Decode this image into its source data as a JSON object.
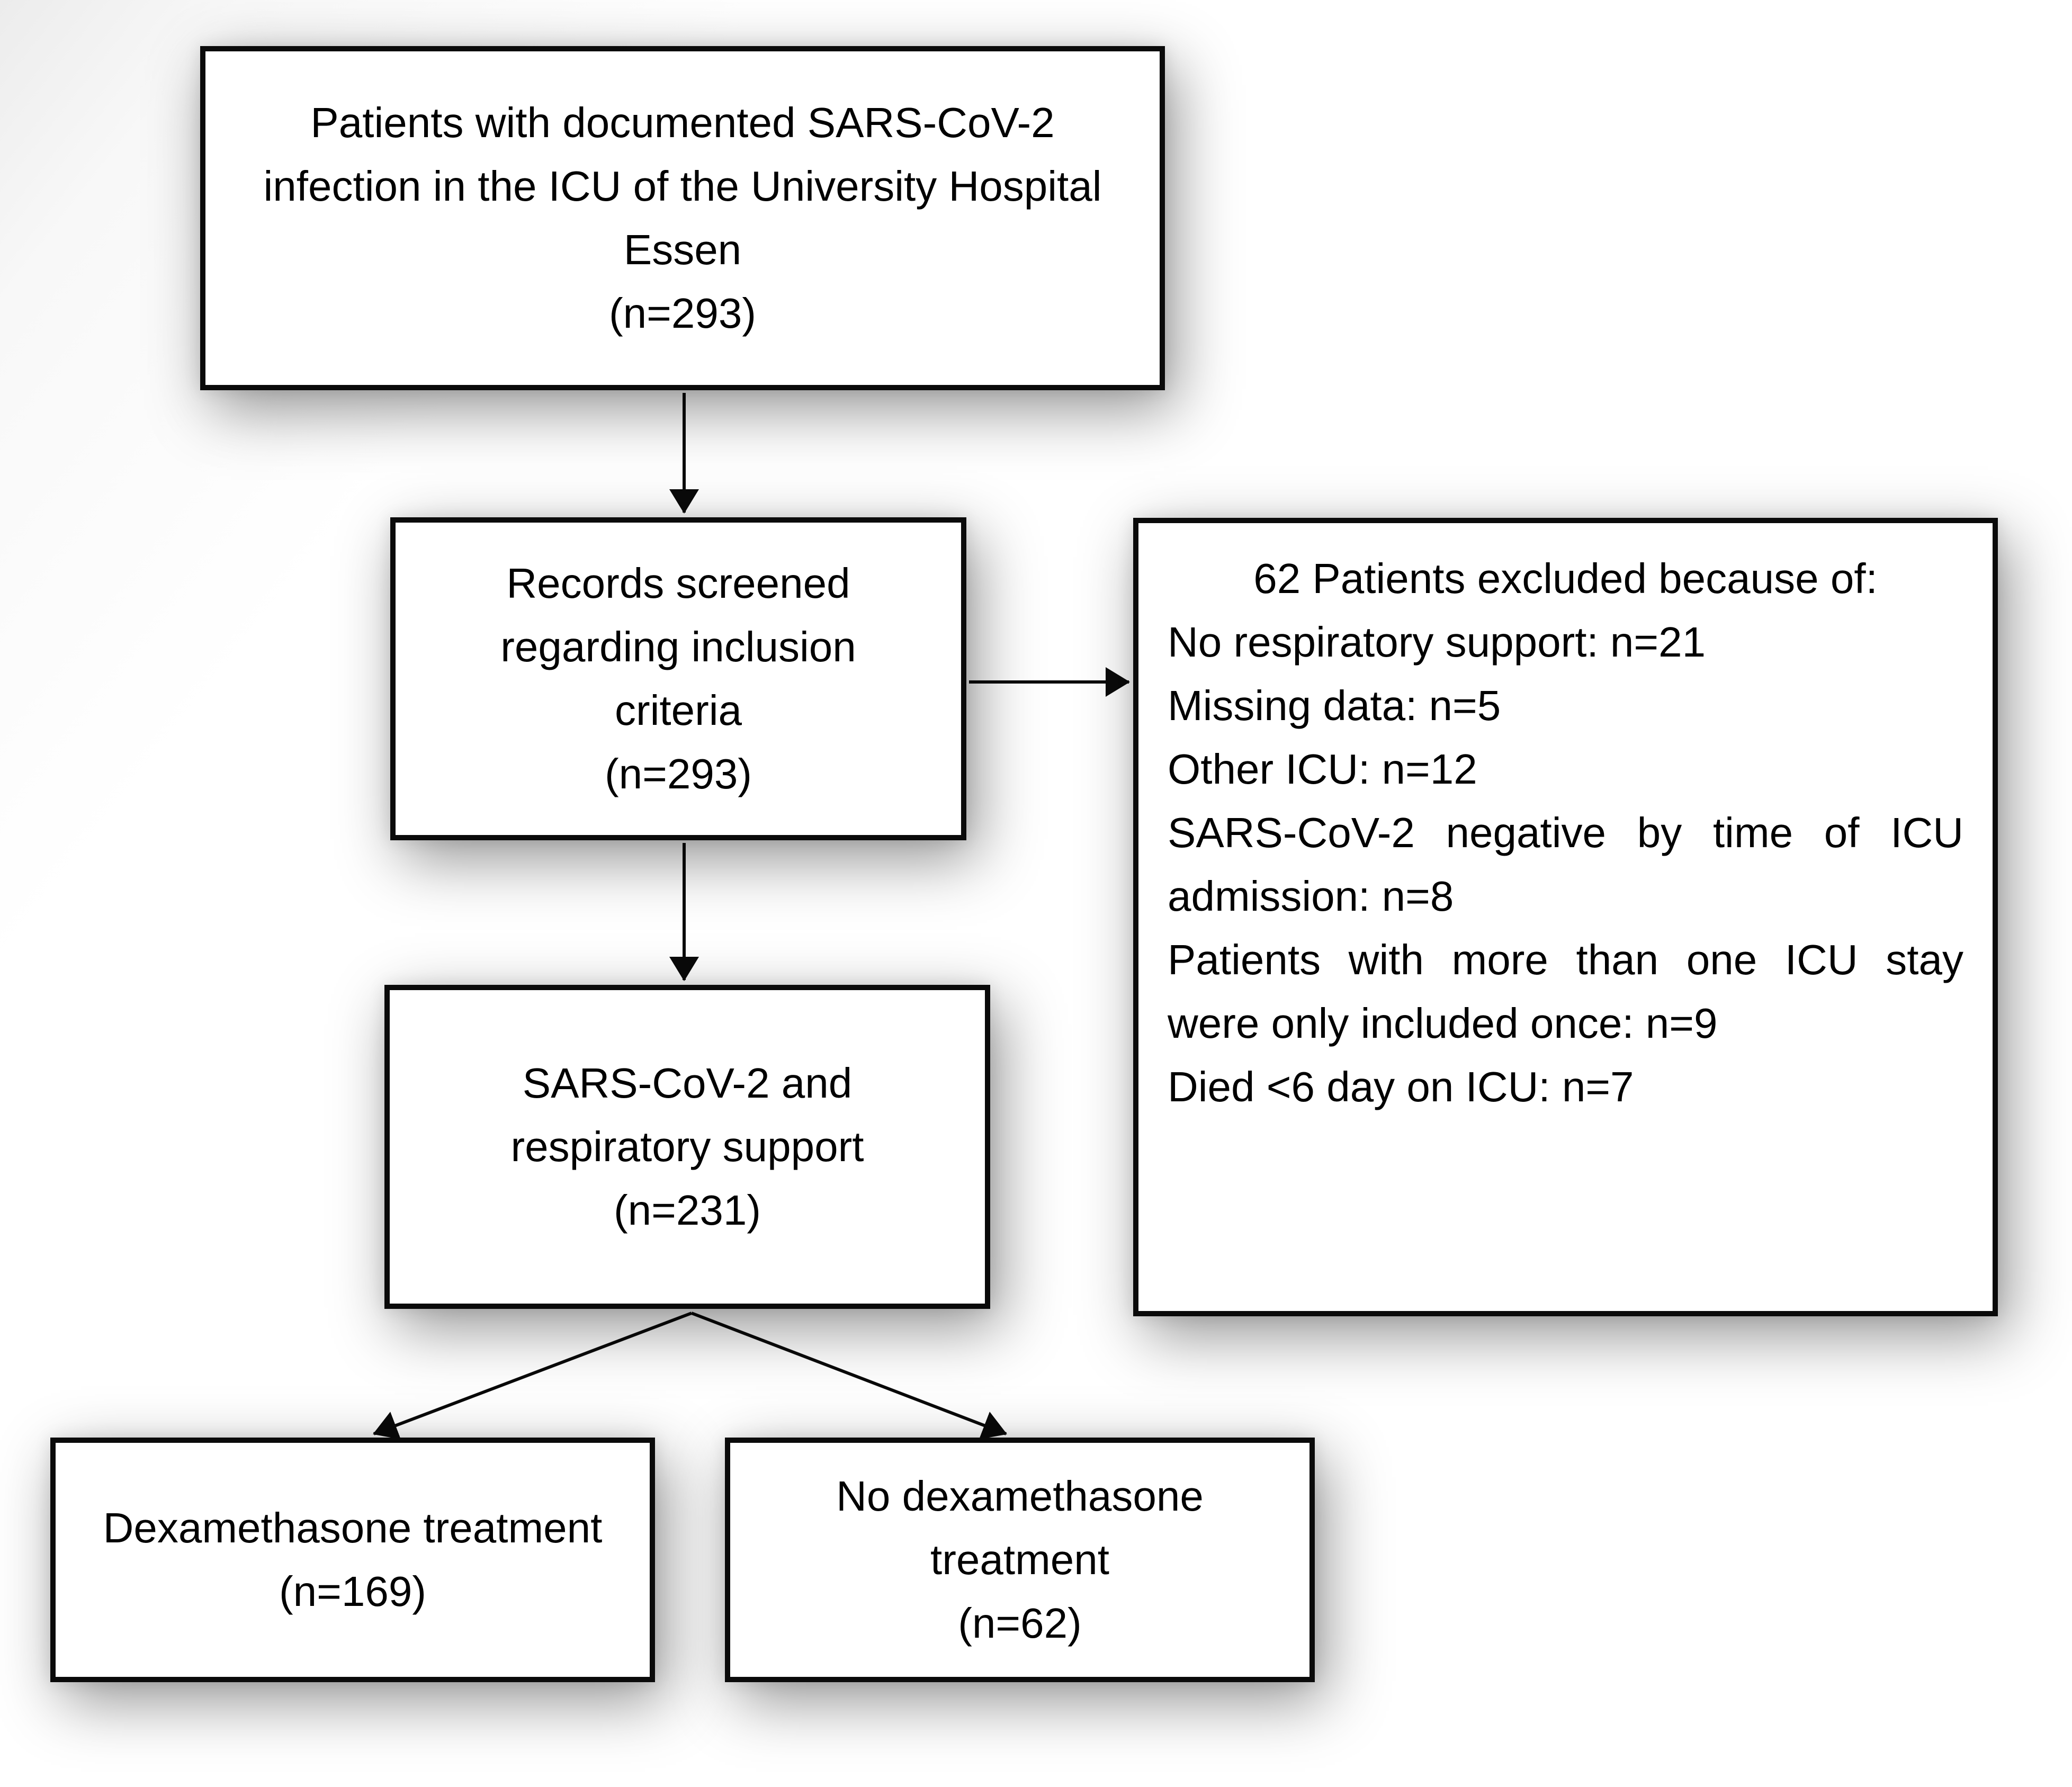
{
  "figure": {
    "type": "flowchart",
    "colors": {
      "background": "#ffffff",
      "box_fill": "#ffffff",
      "box_border": "#000000",
      "text": "#000000"
    }
  },
  "nodes": {
    "screened": {
      "text": "Patients with documented SARS-CoV-2\ninfection in the ICU of the University Hospital\nEssen\n(n=293)",
      "n": 293
    },
    "records": {
      "text": "Records screened\nregarding inclusion\ncriteria\n(n=293)",
      "n": 293
    },
    "excluded": {
      "heading": "62 Patients excluded because of:",
      "items_text": "No respiratory support: n=21\nMissing data: n=5\nOther ICU: n=12\nSARS-CoV-2 negative by time of ICU admission: n=8\nPatients with more than one ICU stay were only included once: n=9\nDied <6 day on ICU: n=7",
      "n": 62
    },
    "support": {
      "text": "SARS-CoV-2 and\nrespiratory support\n(n=231)",
      "n": 231
    },
    "dexamethasone": {
      "text": "Dexamethasone treatment\n(n=169)",
      "n": 169
    },
    "no_dexamethasone": {
      "text": "No dexamethasone\ntreatment\n(n=62)",
      "n": 62
    }
  },
  "edges": [
    {
      "from": "screened",
      "to": "records"
    },
    {
      "from": "records",
      "to": "excluded"
    },
    {
      "from": "records",
      "to": "support"
    },
    {
      "from": "support",
      "to": "dexamethasone"
    },
    {
      "from": "support",
      "to": "no_dexamethasone"
    }
  ]
}
